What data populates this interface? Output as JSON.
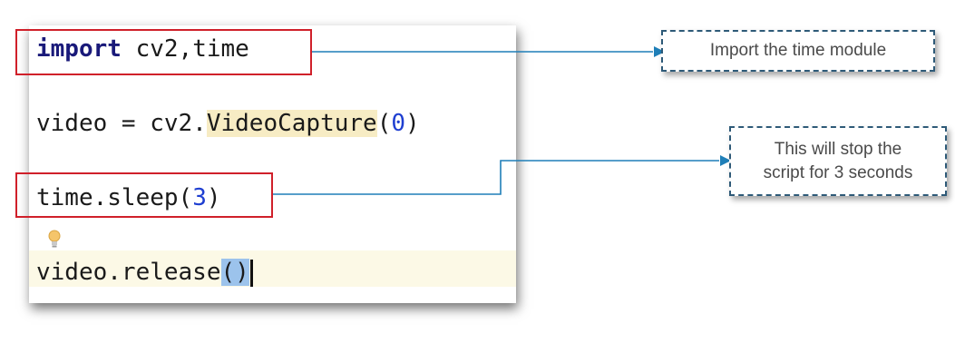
{
  "code": {
    "line1": {
      "keyword": "import",
      "rest": " cv2,time"
    },
    "line2": {
      "prefix": "video = cv2.",
      "ident": "VideoCapture",
      "open": "(",
      "num": "0",
      "close": ")"
    },
    "line3": {
      "prefix": "time.sleep(",
      "num": "3",
      "close": ")"
    },
    "line4": {
      "prefix": "video.release",
      "parens": "()"
    }
  },
  "callouts": {
    "import_note": "Import the time module",
    "sleep_note_line1": "This will stop the",
    "sleep_note_line2": "script for 3 seconds"
  },
  "icons": {
    "bulb": "lightbulb-icon",
    "arrow": "arrow-right-icon"
  },
  "colors": {
    "highlight_box": "#d0202a",
    "connector": "#1f7fb8",
    "callout_border": "#2e5a78",
    "keyword": "#1a1a7a",
    "number": "#1f3fd1"
  }
}
